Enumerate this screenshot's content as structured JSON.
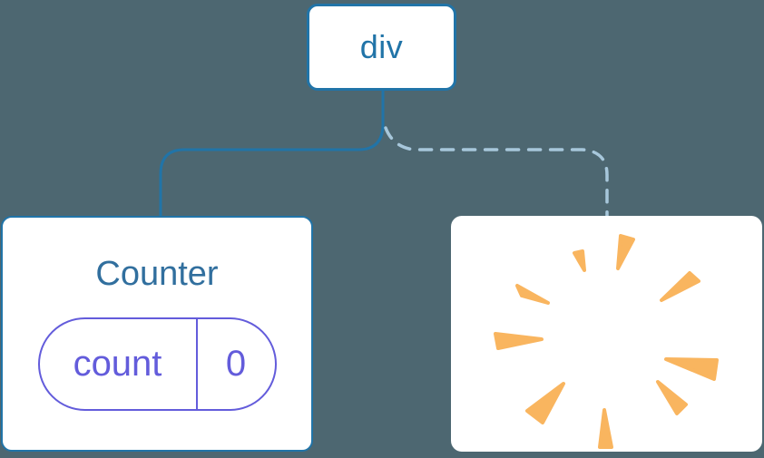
{
  "tree": {
    "root": {
      "label": "div"
    },
    "counter": {
      "title": "Counter",
      "state": {
        "name": "count",
        "value": "0"
      }
    },
    "removed": {
      "icon": "poof-burst-icon"
    }
  },
  "connectors": {
    "left": "solid",
    "right": "dashed"
  },
  "colors": {
    "background": "#4d6771",
    "node_blue": "#2174a8",
    "counter_title": "#316f9e",
    "state_purple": "#635cdb",
    "dashed_line": "#a7c7db",
    "poof_orange": "#f9b55f",
    "box_fill": "#ffffff"
  }
}
